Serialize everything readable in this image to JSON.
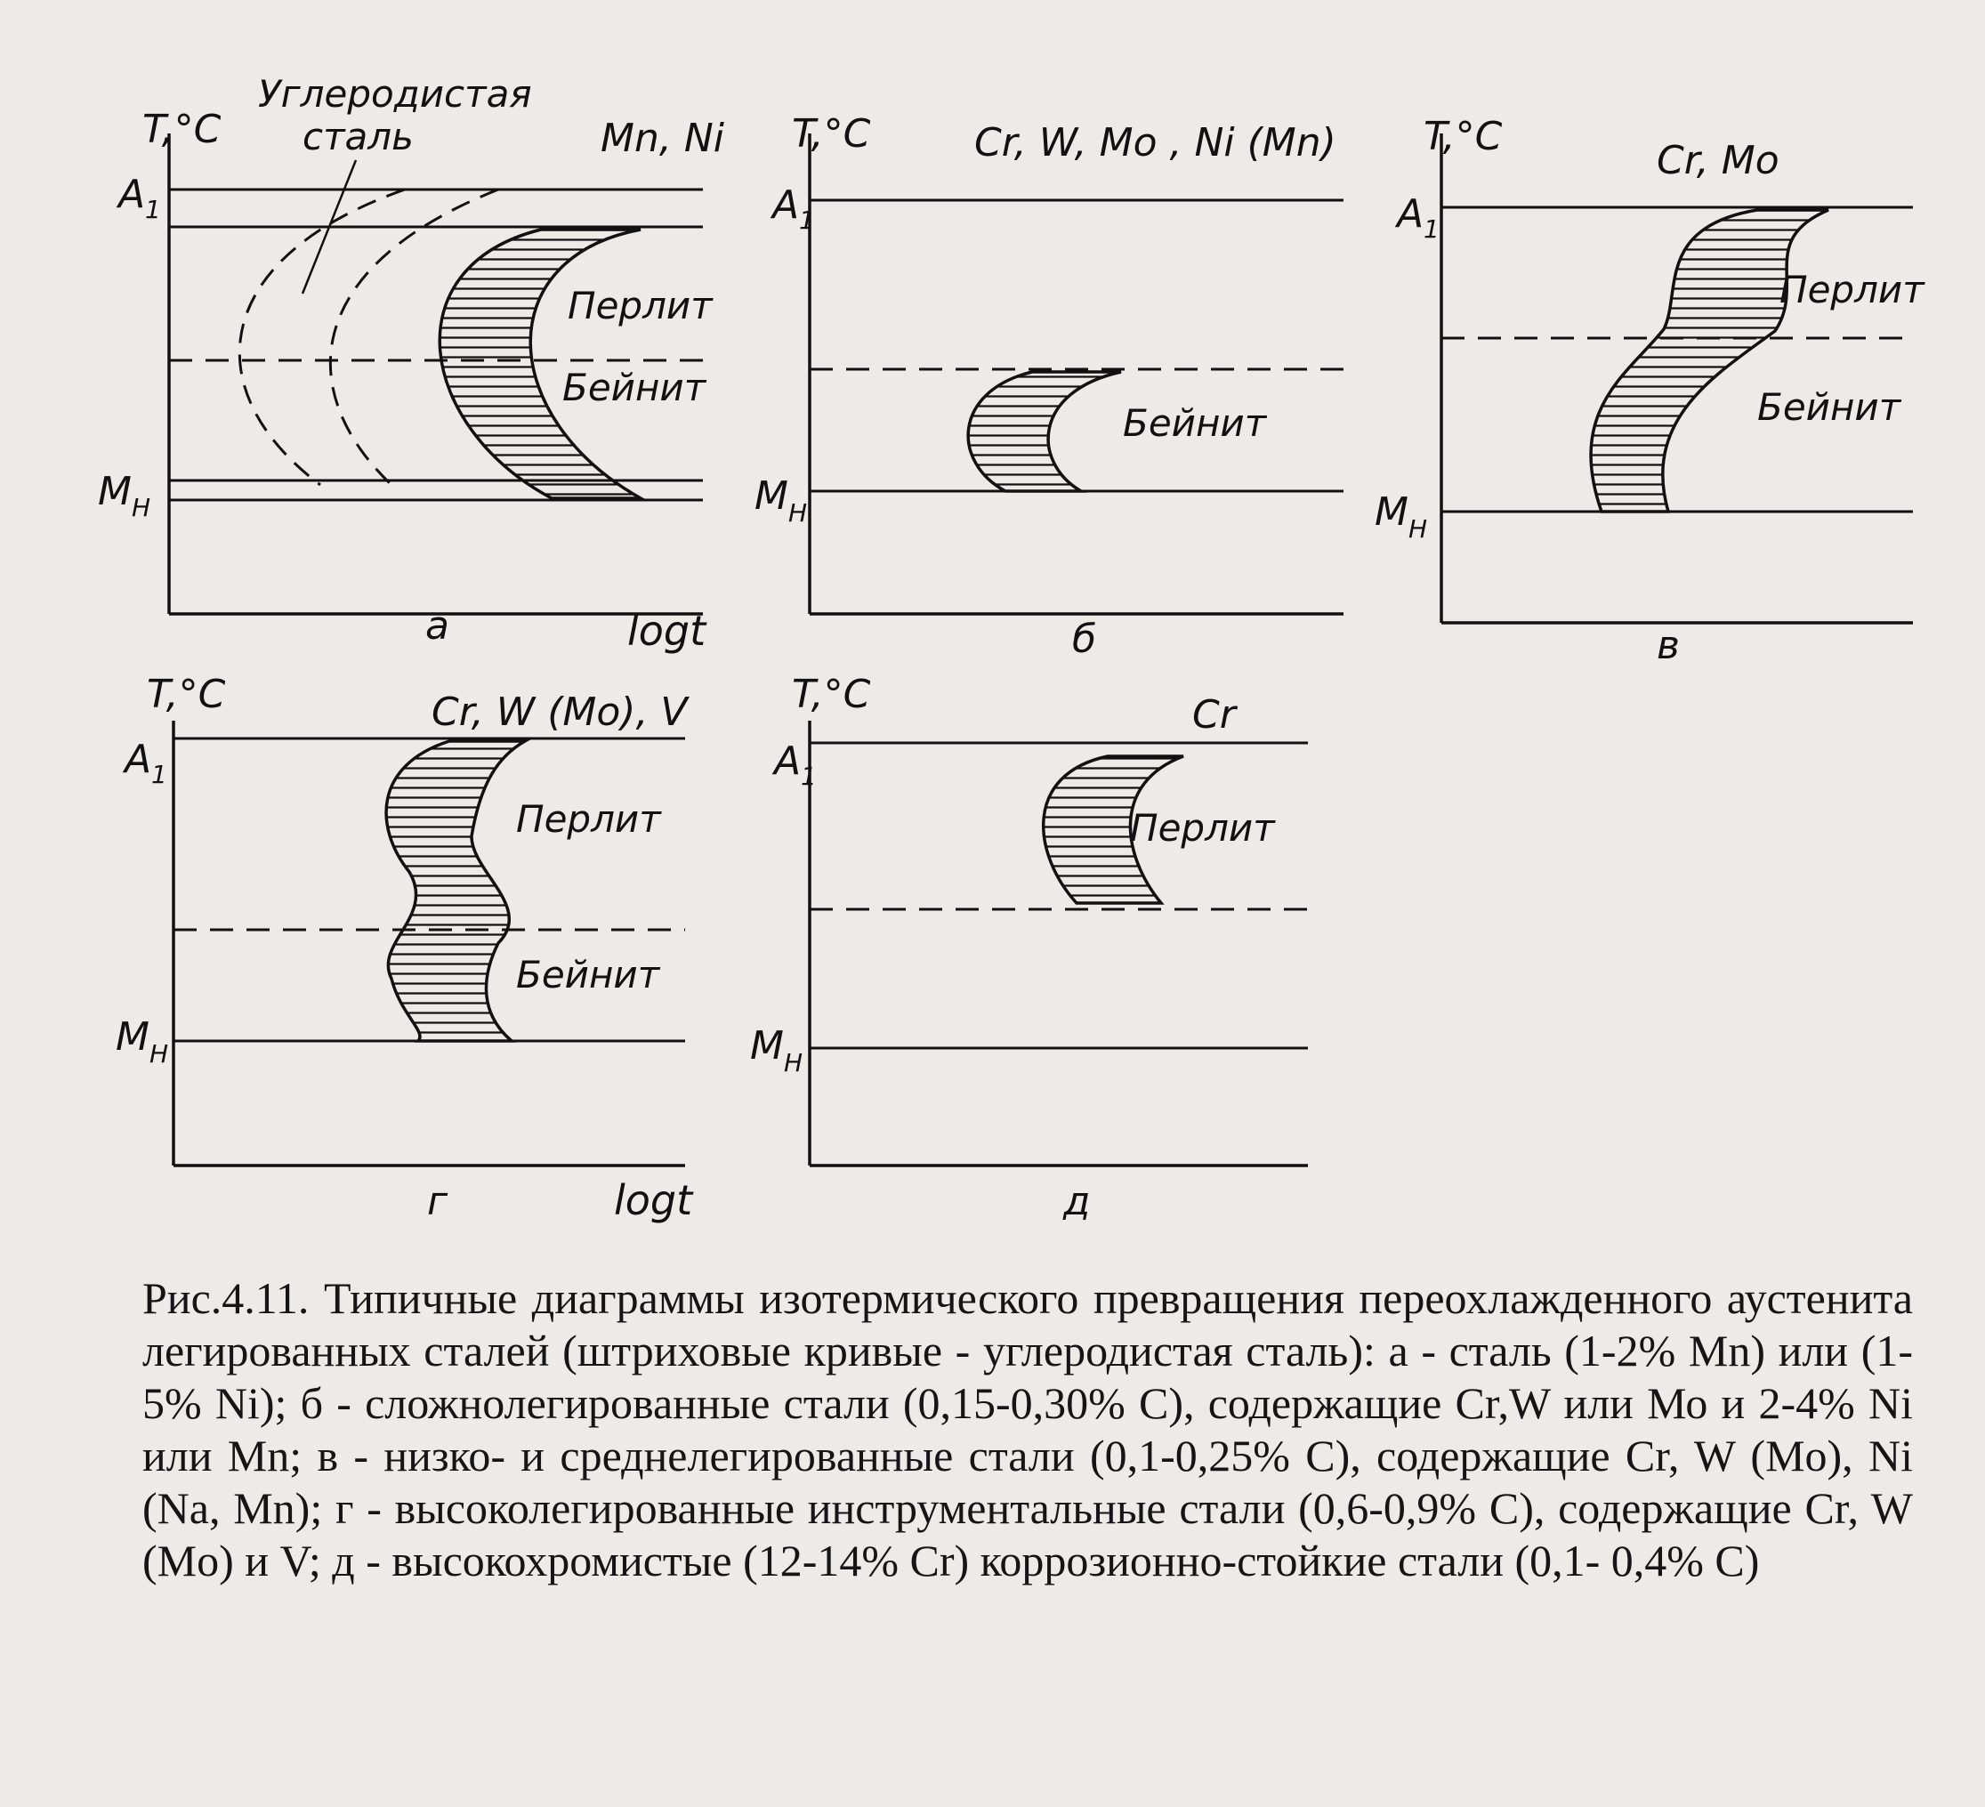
{
  "common": {
    "axis_temp": "T,°C",
    "level_a1": "A",
    "level_a1_sub": "1",
    "level_mn": "M",
    "level_mn_sub": "H",
    "axis_time": "logt",
    "pearlite": "Перлит",
    "bainite": "Бейнит"
  },
  "panels": [
    {
      "letter": "а",
      "elements": "Mn, Ni",
      "carbon_label_line1": "Углеродистая",
      "carbon_label_line2": "сталь"
    },
    {
      "letter": "б",
      "elements": "Cr, W, Mo , Ni (Mn)"
    },
    {
      "letter": "в",
      "elements": "Cr, Mo"
    },
    {
      "letter": "г",
      "elements": "Cr, W (Mo), V"
    },
    {
      "letter": "д",
      "elements": "Cr"
    }
  ],
  "caption": "Рис.4.11. Типичные диаграммы изотермического превращения переохлажденного аустенита легированных сталей (штриховые кривые - углеродистая сталь): а - сталь (1-2% Mn) или (1-5% Ni); б - сложнолегированные стали (0,15-0,30% С), содержащие Cr,W или Мо и 2-4% Ni или Mn; в - низко- и среднелегированные стали (0,1-0,25% С), содержащие Cr, W (Mo), Ni (Na, Mn); г - высоколегированные инструментальные стали (0,6-0,9% С), содержащие Cr, W (Mo) и V; д - высокохромистые (12-14% Cr) коррозионно-стойкие стали (0,1- 0,4% С)"
}
